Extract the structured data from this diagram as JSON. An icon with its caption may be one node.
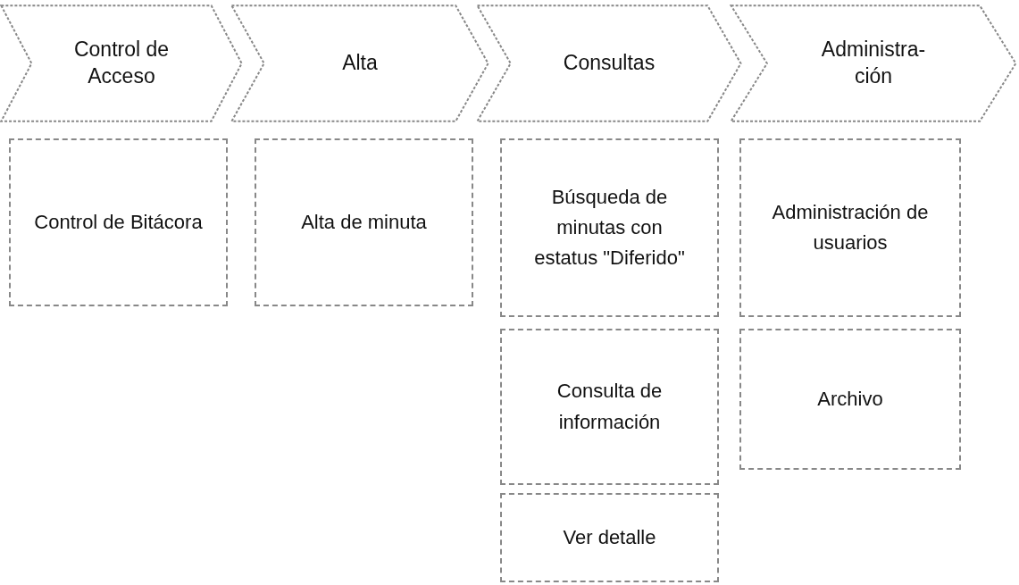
{
  "diagram": {
    "nodes": [
      {
        "text": [
          "Control de Acceso"
        ]
      },
      {
        "text": [
          "Alta"
        ]
      },
      {
        "text": [
          "Consultas"
        ]
      },
      {
        "text": [
          "Administra- ción"
        ]
      },
      {
        "text": [
          "Control de Bitácora"
        ]
      },
      {
        "text": [
          "Alta de minuta"
        ]
      },
      {
        "text": [
          "Búsqueda de minutas con estatus \"Diferido\""
        ]
      },
      {
        "text": [
          "Administración de usuarios"
        ]
      },
      {
        "text": [
          "Consulta de información"
        ]
      },
      {
        "text": [
          "Archivo"
        ]
      },
      {
        "text": [
          "Ver detalle"
        ]
      }
    ]
  }
}
